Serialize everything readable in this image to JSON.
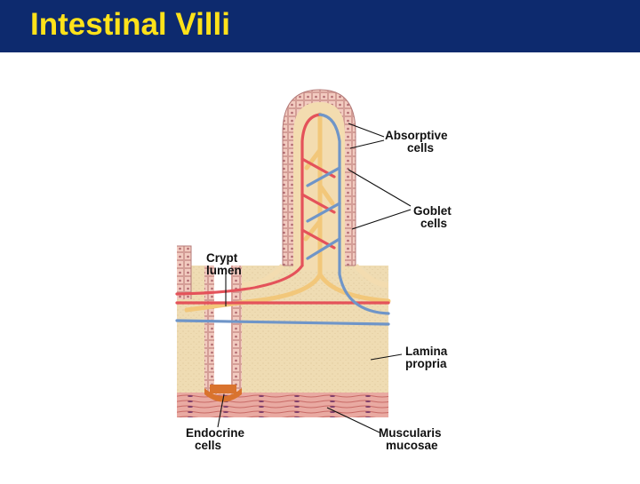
{
  "header": {
    "title": "Intestinal Villi",
    "background_color": "#0d2a6e",
    "title_color": "#ffe21a"
  },
  "diagram": {
    "labels": {
      "absorptive_cells": [
        "Absorptive",
        "cells"
      ],
      "goblet_cells": [
        "Goblet",
        "cells"
      ],
      "crypt_lumen": [
        "Crypt",
        "lumen"
      ],
      "lamina_propria": [
        "Lamina",
        "propria"
      ],
      "endocrine_cells": [
        "Endocrine",
        "cells"
      ],
      "muscularis_mucosae": [
        "Muscularis",
        "mucosae"
      ]
    },
    "colors": {
      "tissue": "#f3dcb0",
      "lamina": "#eedcb5",
      "epithelium": "#f0c6bc",
      "artery": "#e4525a",
      "vein": "#6f95c8",
      "lacteal": "#f2c77a",
      "muscle": "#e8a9a1",
      "endocrine": "#d9732e"
    }
  }
}
